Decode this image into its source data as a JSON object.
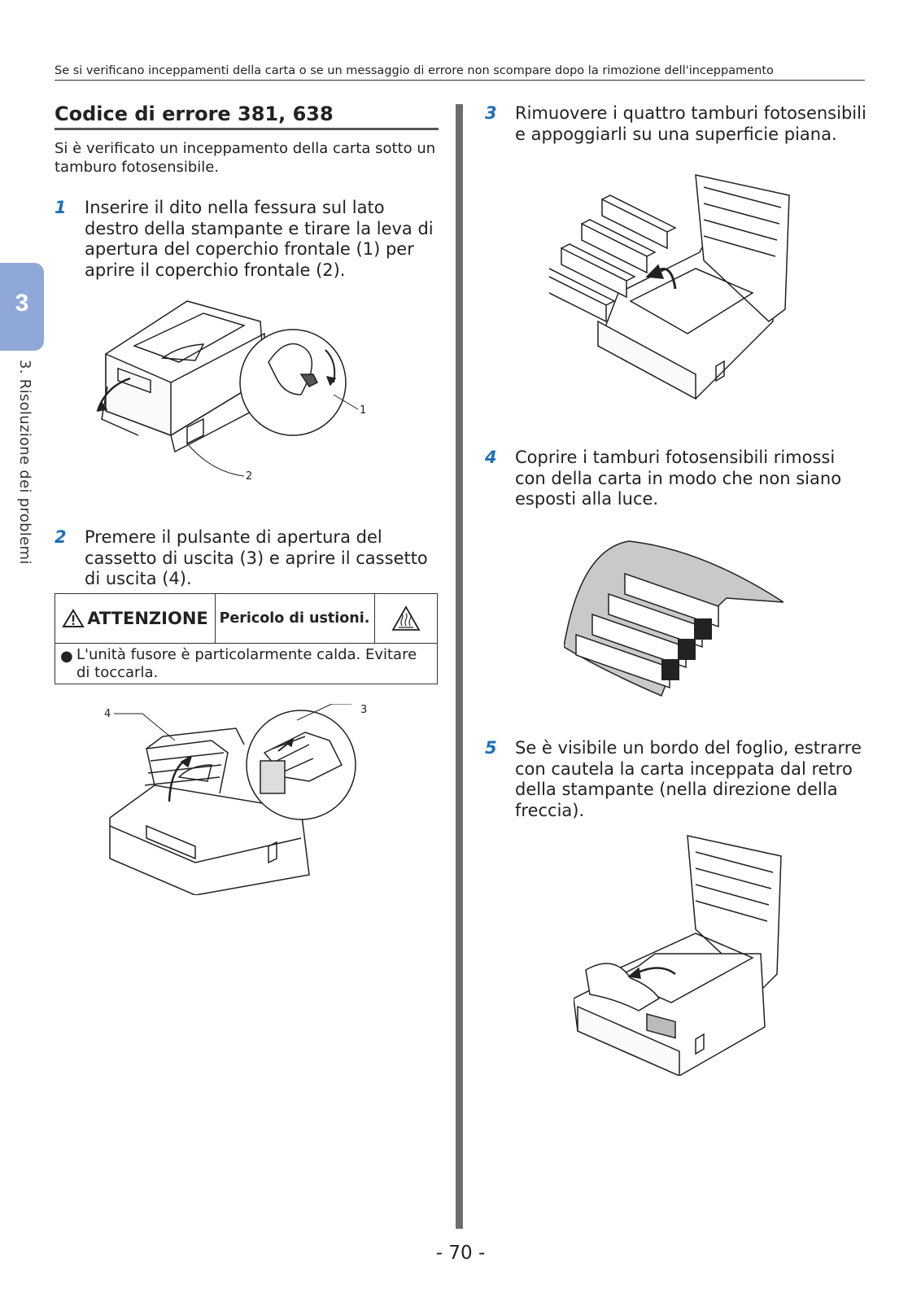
{
  "header": {
    "running_title": "Se si verificano inceppamenti della carta o se un messaggio di errore non scompare dopo la rimozione dell'inceppamento"
  },
  "sidebar": {
    "chapter_number": "3",
    "chapter_label": "3.  Risoluzione dei problemi"
  },
  "section": {
    "title": "Codice di errore 381, 638",
    "intro": "Si è verificato un inceppamento della carta sotto un tamburo fotosensibile."
  },
  "steps": [
    {
      "num": "1",
      "text": "Inserire il dito nella fessura sul lato destro della stampante e tirare la leva di apertura del coperchio frontale (1) per aprire il coperchio frontale (2)."
    },
    {
      "num": "2",
      "text": "Premere il pulsante di apertura del cassetto di uscita (3) e aprire il cassetto di uscita (4)."
    },
    {
      "num": "3",
      "text": "Rimuovere i quattro tamburi fotosensibili e appoggiarli su una superficie piana."
    },
    {
      "num": "4",
      "text": "Coprire i tamburi fotosensibili rimossi con della carta in modo che non siano esposti alla luce."
    },
    {
      "num": "5",
      "text": "Se è visibile un bordo del foglio, estrarre con cautela la carta inceppata dal retro della stampante (nella direzione della freccia)."
    }
  ],
  "caution": {
    "label": "ATTENZIONE",
    "hazard": "Pericolo di ustioni.",
    "bullet": "●",
    "text": "L'unità fusore è particolarmente calda. Evitare di toccarla."
  },
  "figure_callouts": {
    "fig1_a": "1",
    "fig1_b": "2",
    "fig2_a": "3",
    "fig2_b": "4"
  },
  "page_number": "- 70 -",
  "icons": [
    "warning-triangle-icon",
    "hot-surface-icon"
  ]
}
